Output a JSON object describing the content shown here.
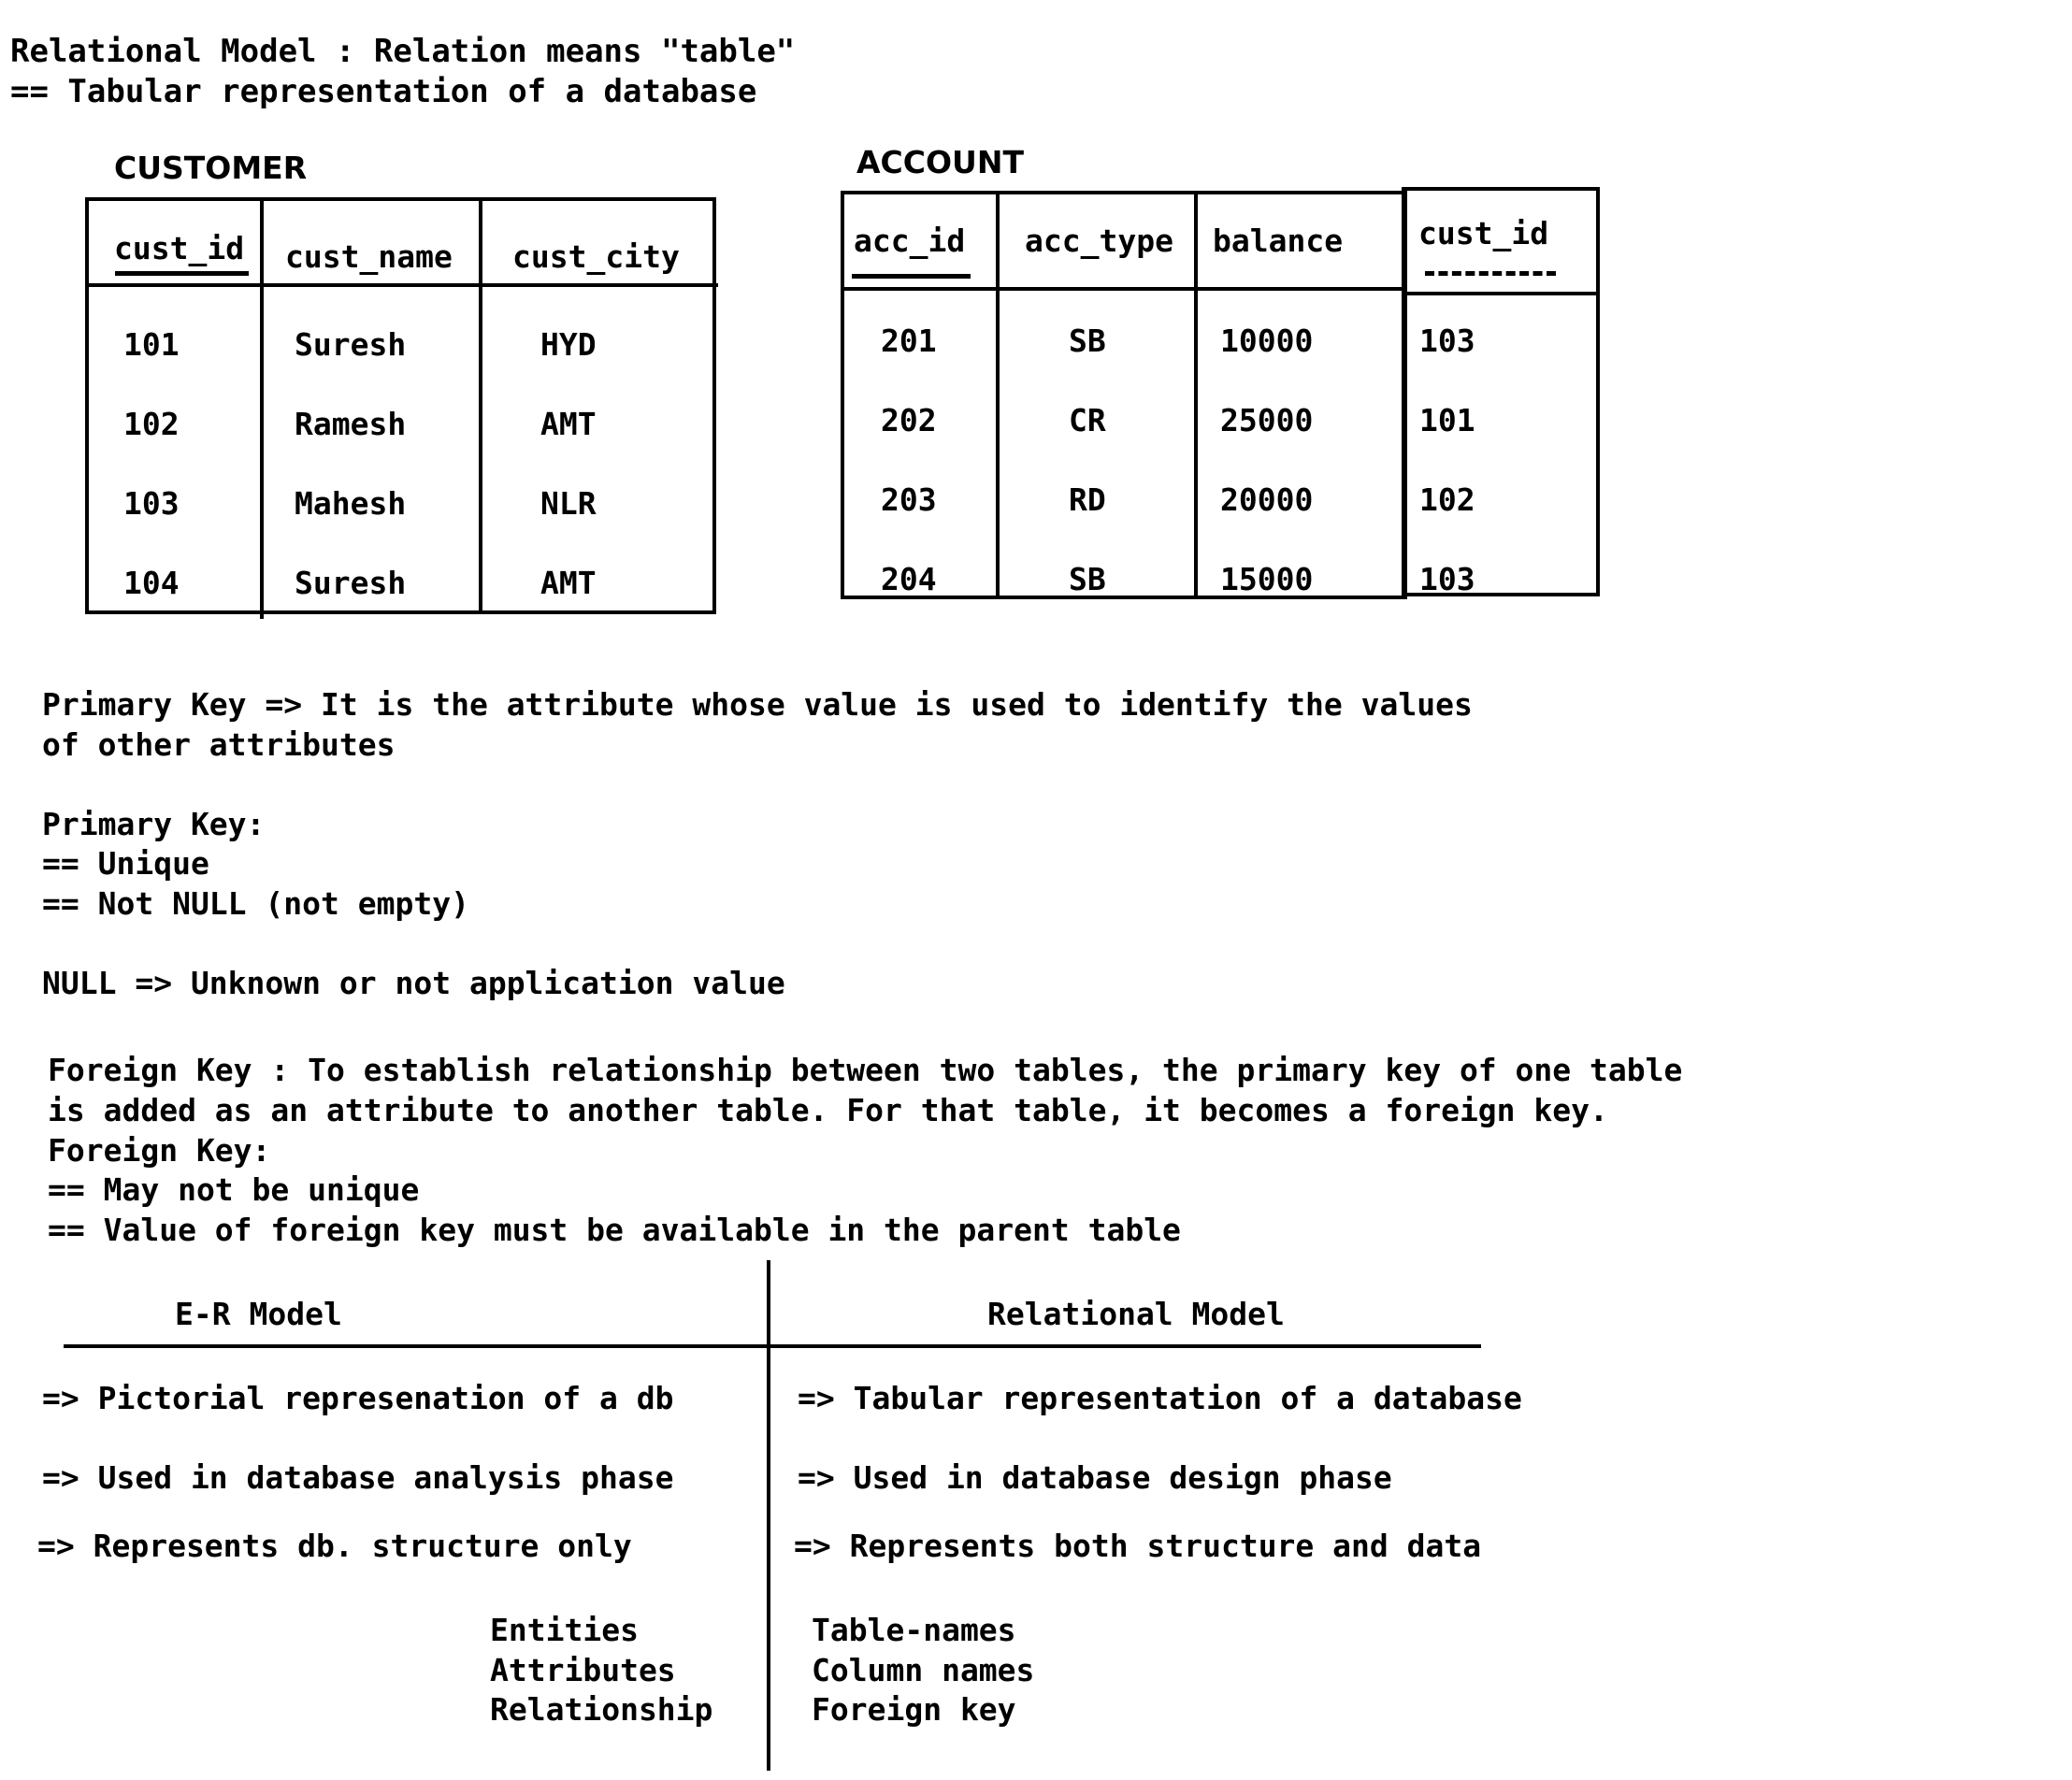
{
  "heading": {
    "line1": "Relational Model : Relation means \"table\"",
    "line2": "== Tabular representation of a database"
  },
  "customer_table": {
    "caption": "CUSTOMER",
    "columns": [
      "cust_id",
      "cust_name",
      "cust_city"
    ],
    "rows": [
      [
        "101",
        "Suresh",
        "HYD"
      ],
      [
        "102",
        "Ramesh",
        "AMT"
      ],
      [
        "103",
        "Mahesh",
        "NLR"
      ],
      [
        "104",
        "Suresh",
        "AMT"
      ]
    ]
  },
  "account_table": {
    "caption": "ACCOUNT",
    "columns": [
      "acc_id",
      "acc_type",
      "balance",
      "cust_id"
    ],
    "rows": [
      [
        "201",
        "SB",
        "10000",
        "103"
      ],
      [
        "202",
        "CR",
        "25000",
        "101"
      ],
      [
        "203",
        "RD",
        "20000",
        "102"
      ],
      [
        "204",
        "SB",
        "15000",
        "103"
      ]
    ]
  },
  "notes": {
    "primary_key_def_1": "Primary Key => It is the attribute whose value is used to identify the values",
    "primary_key_def_2": "of other attributes",
    "primary_key_title": "Primary Key:",
    "primary_key_rule_1": "== Unique",
    "primary_key_rule_2": "== Not NULL (not empty)",
    "null_def": "NULL => Unknown or not application value",
    "foreign_key_def_1": "Foreign Key : To establish relationship between two tables, the primary key of one table",
    "foreign_key_def_2": "is added as an attribute to another table. For that table, it becomes a foreign key.",
    "foreign_key_title": "Foreign Key:",
    "foreign_key_rule_1": "== May not be unique",
    "foreign_key_rule_2": "== Value of foreign key must be available in the parent table"
  },
  "comparison": {
    "left_header": "E-R Model",
    "right_header": "Relational Model",
    "left_points": [
      "=> Pictorial represenation of a db",
      "=> Used in database analysis phase",
      "=> Represents db. structure only"
    ],
    "right_points": [
      "=> Tabular representation of a database",
      "=> Used in database design phase",
      "=> Represents both structure and data"
    ],
    "left_terms": [
      "Entities",
      "Attributes",
      "Relationship"
    ],
    "right_terms": [
      "Table-names",
      "Column names",
      "Foreign key"
    ]
  }
}
